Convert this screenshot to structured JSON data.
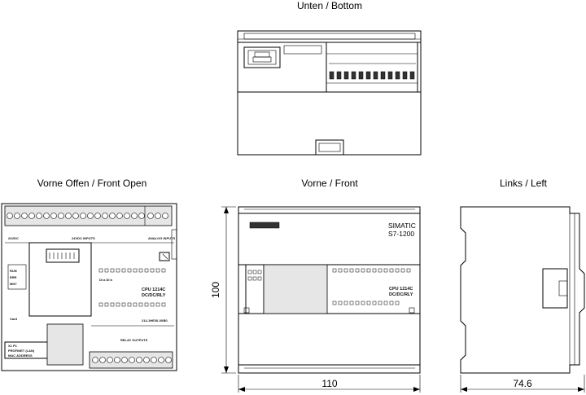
{
  "views": {
    "bottom": {
      "title": "Unten / Bottom"
    },
    "front_open": {
      "title": "Vorne Offen / Front Open",
      "labels": {
        "di_inputs": "DI a  DI b",
        "dc_inputs": "24VDC INPUTS",
        "analog": "ANALOG INPUTS",
        "cpu": "CPU 1214C",
        "dcdcrly": "DC/DC/RLY",
        "order": "214-1HE30-0XB0",
        "relay": "RELAY OUTPUTS",
        "x1": "X1 P1",
        "profinet": "PROFINET (LAN)",
        "mac": "MAC ADDRESS",
        "card": "Card"
      }
    },
    "front": {
      "title": "Vorne / Front",
      "brand_line1": "SIMATIC",
      "brand_line2": "S7-1200",
      "cpu": "CPU 1214C",
      "dcdcrly": "DC/DC/RLY",
      "dim_height": "100",
      "dim_width": "110"
    },
    "left": {
      "title": "Links / Left",
      "dim_depth": "74.6"
    }
  }
}
